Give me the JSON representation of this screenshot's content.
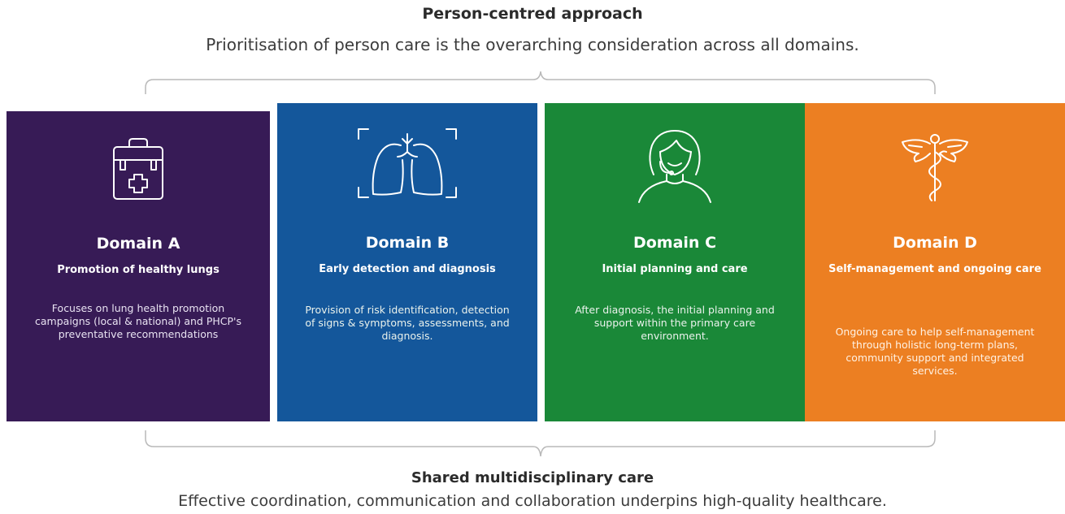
{
  "header": {
    "title": "Person-centred approach",
    "subtitle": "Prioritisation of person care is the overarching consideration across all domains."
  },
  "footer": {
    "title": "Shared multidisciplinary care",
    "subtitle": "Effective coordination, communication and collaboration underpins high-quality healthcare."
  },
  "domains": [
    {
      "name": "Domain A",
      "focus": "Promotion of healthy lungs",
      "description": "Focuses on lung health promotion campaigns (local & national) and PHCP's preventative recommendations",
      "icon": "first-aid-kit-icon",
      "color": "#371b56"
    },
    {
      "name": "Domain B",
      "focus": "Early detection and diagnosis",
      "description": "Provision of risk identification, detection of signs & symptoms, assessments, and diagnosis.",
      "icon": "lungs-scan-icon",
      "color": "#14579b"
    },
    {
      "name": "Domain C",
      "focus": "Initial planning and care",
      "description": "After diagnosis, the initial planning and support within the primary care environment.",
      "icon": "support-agent-icon",
      "color": "#1a8838"
    },
    {
      "name": "Domain D",
      "focus": "Self-management and ongoing care",
      "description": "Ongoing care to help self-management through holistic long-term plans, community support and integrated services.",
      "icon": "caduceus-icon",
      "color": "#ec7f22"
    }
  ]
}
